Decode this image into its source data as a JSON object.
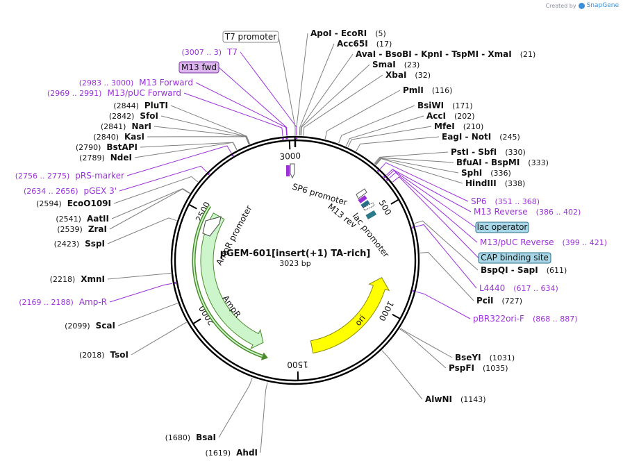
{
  "credit": {
    "prefix": "Created by",
    "brand": "SnapGene"
  },
  "plasmid": {
    "name": "pGEM-601[insert(+1) TA-rich]",
    "length_label": "3023 bp",
    "length": 3023
  },
  "ticks": [
    "500",
    "1000",
    "1500",
    "2000",
    "2500",
    "3000"
  ],
  "features": {
    "sp6_promoter": "SP6 promoter",
    "m13_rev": "M13 rev",
    "lac_promoter": "lac promoter",
    "ampr_promoter": "AmpR promoter",
    "ampr": "AmpR",
    "ori": "ori"
  },
  "colors": {
    "backbone": "#000000",
    "enzyme_line": "#808080",
    "primer": "#9b30d9",
    "ampr_fill": "#ccf5cc",
    "ampr_outline": "#4b8c2a",
    "ori_fill": "#ffff00",
    "binding_site_fill": "#a8d8e8",
    "primer_box_fill": "#dcb4f0"
  },
  "enzymes": [
    {
      "name": "ApoI",
      "extra": " - EcoRI",
      "pos": "(5)"
    },
    {
      "name": "Acc65I",
      "extra": "",
      "pos": "(17)"
    },
    {
      "name": "AvaI",
      "extra": " - BsoBI  - KpnI  - TspMI  - XmaI",
      "pos": "(21)"
    },
    {
      "name": "SmaI",
      "extra": "",
      "pos": "(23)"
    },
    {
      "name": "XbaI",
      "extra": "",
      "pos": "(32)"
    },
    {
      "name": "PmlI",
      "extra": "",
      "pos": "(116)"
    },
    {
      "name": "BsiWI",
      "extra": "",
      "pos": "(171)"
    },
    {
      "name": "AccI",
      "extra": "",
      "pos": "(202)"
    },
    {
      "name": "MfeI",
      "extra": "",
      "pos": "(210)"
    },
    {
      "name": "EagI",
      "extra": " - NotI",
      "pos": "(245)"
    },
    {
      "name": "PstI",
      "extra": " - SbfI",
      "pos": "(330)"
    },
    {
      "name": "BfuAI",
      "extra": " - BspMI",
      "pos": "(333)"
    },
    {
      "name": "SphI",
      "extra": "",
      "pos": "(336)"
    },
    {
      "name": "HindIII",
      "extra": "",
      "pos": "(338)"
    },
    {
      "name": "BspQI",
      "extra": " - SapI",
      "pos": "(611)"
    },
    {
      "name": "PciI",
      "extra": "",
      "pos": "(727)"
    },
    {
      "name": "BseYI",
      "extra": "",
      "pos": "(1031)"
    },
    {
      "name": "PspFI",
      "extra": "",
      "pos": "(1035)"
    },
    {
      "name": "AlwNI",
      "extra": "",
      "pos": "(1143)"
    },
    {
      "name": "BsaI",
      "extra": "",
      "pos": "(1680)"
    },
    {
      "name": "AhdI",
      "extra": "",
      "pos": "(1619)"
    },
    {
      "name": "TsoI",
      "extra": "",
      "pos": "(2018)"
    },
    {
      "name": "ScaI",
      "extra": "",
      "pos": "(2099)"
    },
    {
      "name": "XmnI",
      "extra": "",
      "pos": "(2218)"
    },
    {
      "name": "SspI",
      "extra": "",
      "pos": "(2423)"
    },
    {
      "name": "ZraI",
      "extra": "",
      "pos": "(2539)"
    },
    {
      "name": "AatII",
      "extra": "",
      "pos": "(2541)"
    },
    {
      "name": "EcoO109I",
      "extra": "",
      "pos": "(2594)"
    },
    {
      "name": "NdeI",
      "extra": "",
      "pos": "(2789)"
    },
    {
      "name": "BstAPI",
      "extra": "",
      "pos": "(2790)"
    },
    {
      "name": "KasI",
      "extra": "",
      "pos": "(2840)"
    },
    {
      "name": "NarI",
      "extra": "",
      "pos": "(2841)"
    },
    {
      "name": "SfoI",
      "extra": "",
      "pos": "(2842)"
    },
    {
      "name": "PluTI",
      "extra": "",
      "pos": "(2844)"
    }
  ],
  "primers": [
    {
      "name": "T7",
      "range": "(3007 .. 3)"
    },
    {
      "name": "M13 Forward",
      "range": "(2983 .. 3000)"
    },
    {
      "name": "M13/pUC Forward",
      "range": "(2969 .. 2991)"
    },
    {
      "name": "pRS-marker",
      "range": "(2756 .. 2775)"
    },
    {
      "name": "pGEX 3'",
      "range": "(2634 .. 2656)"
    },
    {
      "name": "Amp-R",
      "range": "(2169 .. 2188)"
    },
    {
      "name": "SP6",
      "range": "(351 .. 368)"
    },
    {
      "name": "M13 Reverse",
      "range": "(386 .. 402)"
    },
    {
      "name": "M13/pUC Reverse",
      "range": "(399 .. 421)"
    },
    {
      "name": "L4440",
      "range": "(617 .. 634)"
    },
    {
      "name": "pBR322ori-F",
      "range": "(868 .. 887)"
    }
  ],
  "boxed_labels": {
    "t7_promoter": "T7 promoter",
    "m13_fwd": "M13 fwd",
    "lac_operator": "lac operator",
    "cap_binding_site": "CAP binding site"
  }
}
